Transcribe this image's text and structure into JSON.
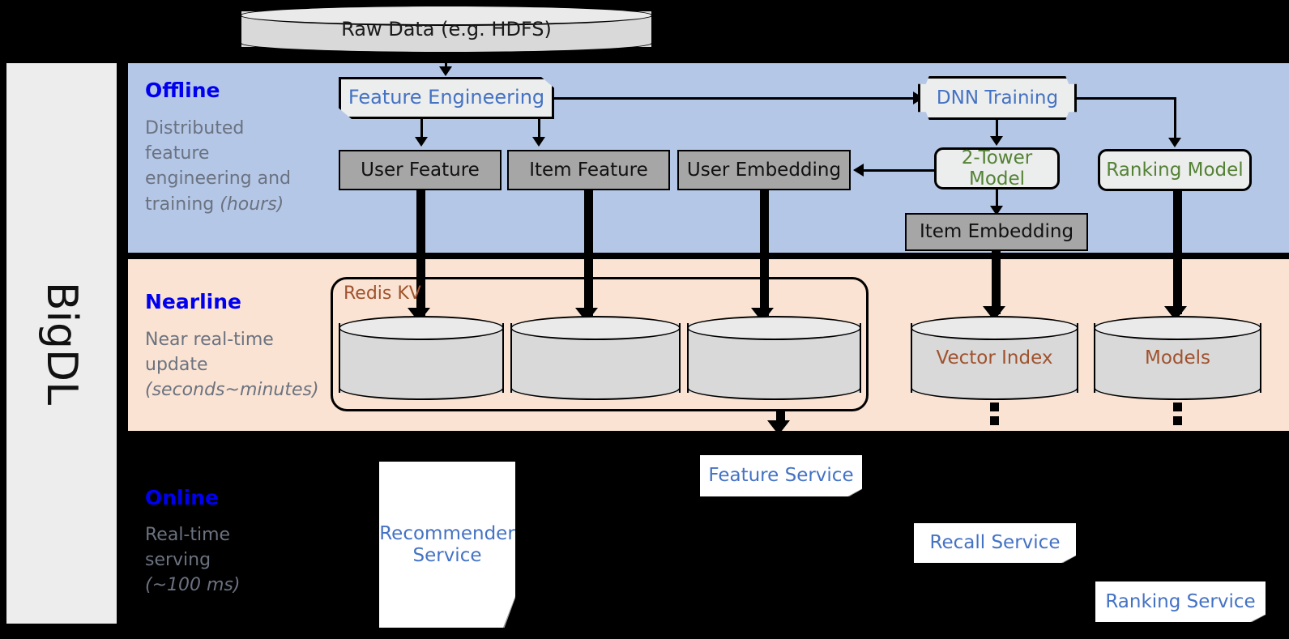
{
  "framework": {
    "name": "BigDL"
  },
  "top_store": {
    "label": "Raw Data (e.g. HDFS)"
  },
  "bands": {
    "offline": {
      "title": "Offline",
      "caption_line1": "Distributed",
      "caption_line2": "feature",
      "caption_line3": "engineering and",
      "caption_line4": "training ",
      "caption_italic": "(hours)",
      "bg_color": "#B4C7E7"
    },
    "nearline": {
      "title": "Nearline",
      "caption_line1": "Near real-time",
      "caption_line2": "update",
      "caption_italic": "(seconds~minutes)",
      "bg_color": "#FAE3D2"
    },
    "online": {
      "title": "Online",
      "caption_line1": "Real-time",
      "caption_line2": "serving",
      "caption_italic": "(~100 ms)",
      "bg_color": "#000000"
    }
  },
  "offline_nodes": {
    "feature_engineering": "Feature Engineering",
    "dnn_training": "DNN Training",
    "user_feature": "User Feature",
    "item_feature": "Item Feature",
    "user_embedding": "User Embedding",
    "two_tower_model": "2-Tower Model",
    "ranking_model": "Ranking Model",
    "item_embedding": "Item Embedding"
  },
  "nearline_nodes": {
    "redis_group": "Redis KV",
    "vector_index": "Vector Index",
    "models": "Models"
  },
  "online_nodes": {
    "recommender_service_line1": "Recommender",
    "recommender_service_line2": "Service",
    "feature_service": "Feature Service",
    "recall_service": "Recall Service",
    "ranking_service": "Ranking Service"
  },
  "colors": {
    "title_blue": "#0000EE",
    "caption_grey": "#6B7280",
    "node_blue": "#4472C4",
    "node_green": "#548235",
    "store_brown": "#A0522D",
    "grey_fill": "#A6A6A6",
    "light_fill": "#ECEDED",
    "cylinder_fill": "#D9D9D9",
    "rail_fill": "#EDEDED"
  }
}
